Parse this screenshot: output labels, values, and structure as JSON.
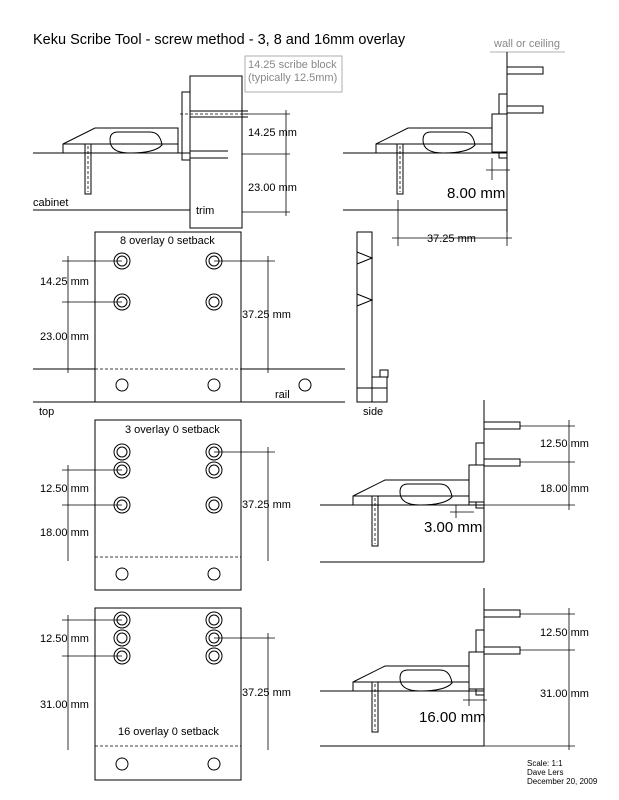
{
  "title": "Keku Scribe Tool - screw method - 3, 8 and 16mm overlay",
  "labels": {
    "wall_or_ceiling": "wall or ceiling",
    "scribe_block_line1": "14.25 scribe block",
    "scribe_block_line2": "(typically 12.5mm)",
    "cabinet": "cabinet",
    "trim": "trim",
    "top": "top",
    "side": "side",
    "rail": "rail"
  },
  "dimensions": {
    "d1425_top": "14.25 mm",
    "d2300_top": "23.00 mm",
    "d800": "8.00 mm",
    "d3725_top": "37.25 mm",
    "d1425_p1": "14.25 mm",
    "d2300_p1": "23.00 mm",
    "d3725_p1": "37.25 mm",
    "d1250_p2": "12.50 mm",
    "d1800_p2": "18.00 mm",
    "d3725_p2": "37.25 mm",
    "d1250_r2": "12.50 mm",
    "d1800_r2": "18.00 mm",
    "d300": "3.00 mm",
    "d1250_p3": "12.50 mm",
    "d3100_p3": "31.00 mm",
    "d3725_p3": "37.25 mm",
    "d1250_r3": "12.50 mm",
    "d3100_r3": "31.00 mm",
    "d1600": "16.00 mm"
  },
  "plates": {
    "p1": "8 overlay 0 setback",
    "p2": "3 overlay 0 setback",
    "p3": "16 overlay 0 setback"
  },
  "footer": {
    "scale": "Scale: 1:1",
    "author": "Dave Lers",
    "date": "December 20, 2009"
  }
}
